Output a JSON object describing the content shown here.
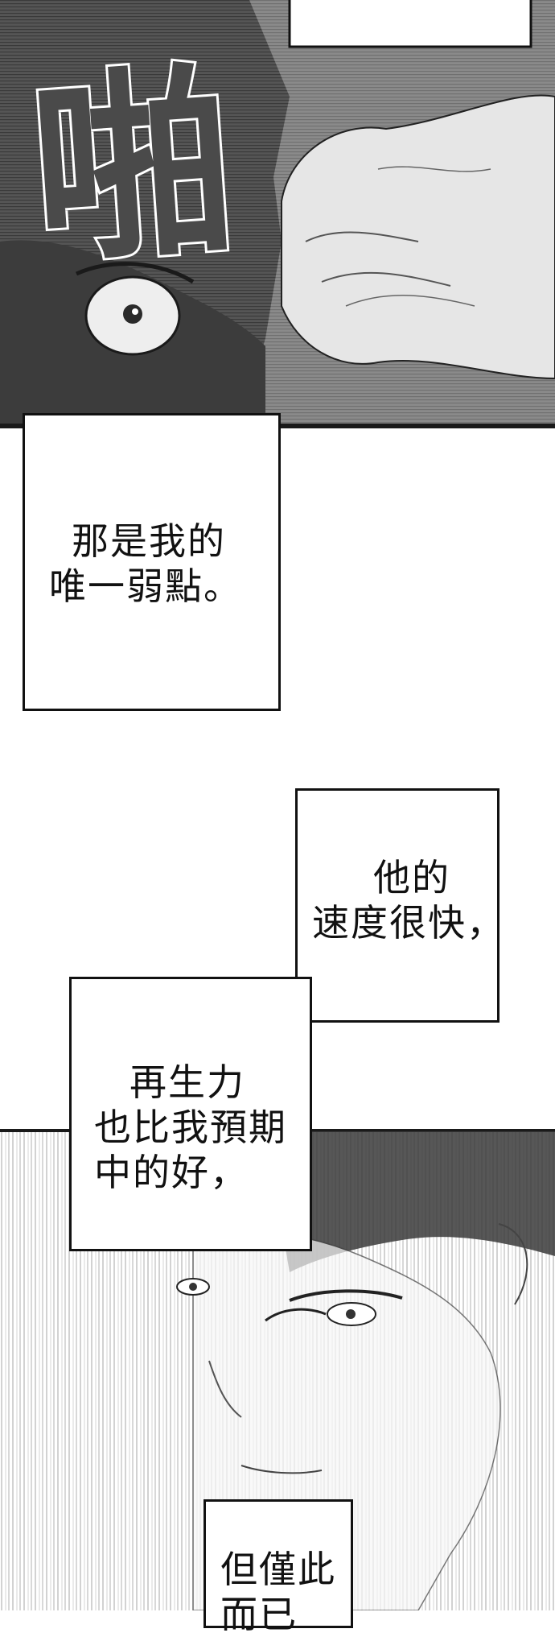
{
  "sfx": {
    "text": "啪"
  },
  "captions": [
    {
      "lines": [
        "那是我的",
        "唯一弱點。"
      ]
    },
    {
      "lines": [
        "他的",
        "速度很快，"
      ]
    },
    {
      "lines": [
        "再生力",
        "也比我預期",
        "中的好，"
      ]
    },
    {
      "lines": [
        "但僅此",
        "而已"
      ]
    }
  ],
  "colors": {
    "panel_dark": "#4a4a4a",
    "ink": "#111111",
    "paper": "#ffffff"
  }
}
